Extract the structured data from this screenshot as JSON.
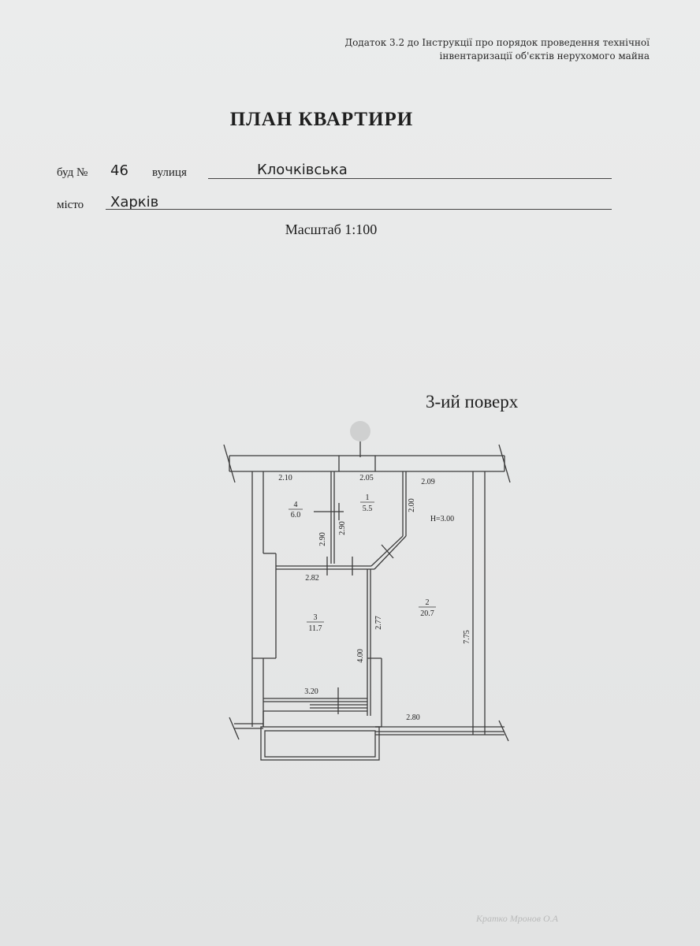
{
  "header": {
    "appendix_line1": "Додаток 3.2 до Інструкції про порядок проведення технічної",
    "appendix_line2": "інвентаризації об'єктів нерухомого майна"
  },
  "document": {
    "title": "ПЛАН КВАРТИРИ",
    "building_label": "буд №",
    "building_number": "46",
    "street_label": "вулиця",
    "street_value": "Клочківська",
    "city_label": "місто",
    "city_value": "Харків",
    "scale": "Масштаб 1:100"
  },
  "plan": {
    "floor_label": "3-ий поверх",
    "ceiling_height": "H=3.00",
    "rooms": [
      {
        "number": "1",
        "area": "5.5"
      },
      {
        "number": "2",
        "area": "20.7"
      },
      {
        "number": "3",
        "area": "11.7"
      },
      {
        "number": "4",
        "area": "6.0"
      }
    ],
    "dimensions": {
      "room4_width": "2.10",
      "room1_width": "2.05",
      "room2_top_width": "2.09",
      "room1_depth": "2.00",
      "room4_depth": "2.90",
      "room1_side": "2.90",
      "room3_width": "2.82",
      "room3_side": "2.77",
      "room3_depth": "4.00",
      "room2_depth": "7.75",
      "balcony_width": "3.20",
      "room2_bottom_width": "2.80"
    }
  },
  "footer": {
    "faded_text": "Кратко  Мронов О.А"
  }
}
